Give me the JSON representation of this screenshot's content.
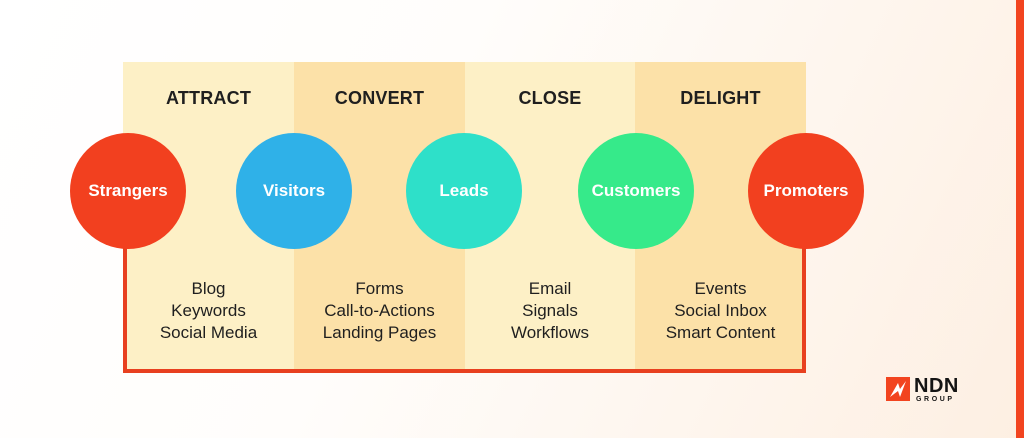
{
  "stages": [
    {
      "title": "ATTRACT",
      "items": [
        "Blog",
        "Keywords",
        "Social Media"
      ]
    },
    {
      "title": "CONVERT",
      "items": [
        "Forms",
        "Call-to-Actions",
        "Landing Pages"
      ]
    },
    {
      "title": "CLOSE",
      "items": [
        "Email",
        "Signals",
        "Workflows"
      ]
    },
    {
      "title": "DELIGHT",
      "items": [
        "Events",
        "Social Inbox",
        "Smart Content"
      ]
    }
  ],
  "nodes": [
    {
      "label": "Strangers",
      "color": "#f2401f"
    },
    {
      "label": "Visitors",
      "color": "#2fb1e8"
    },
    {
      "label": "Leads",
      "color": "#2ee0c9"
    },
    {
      "label": "Customers",
      "color": "#36ea8a"
    },
    {
      "label": "Promoters",
      "color": "#f2401f"
    }
  ],
  "colors": {
    "stage_light": "#fdf0c6",
    "stage_dark": "#fce1a8",
    "connector": "#e8401f",
    "accent": "#f2441f"
  },
  "logo": {
    "name": "NDN",
    "sub": "GROUP",
    "icon": "ndn-logo-icon"
  }
}
